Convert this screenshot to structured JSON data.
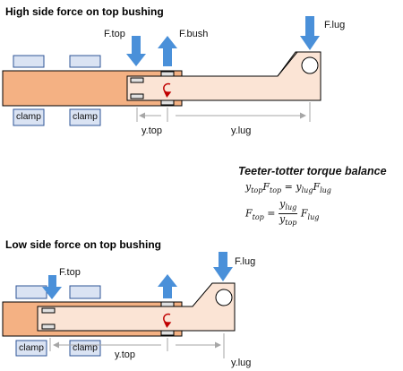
{
  "top_diagram": {
    "heading": "High side force on top bushing",
    "labels": {
      "f_top": "F.top",
      "f_bush": "F.bush",
      "f_lug": "F.lug",
      "y_top": "y.top",
      "y_lug": "y.lug"
    },
    "clamps": [
      "clamp",
      "clamp"
    ]
  },
  "equations": {
    "title": "Teeter-totter torque balance",
    "eq1_lhs": "y",
    "eq1_lhs_sub": "top",
    "eq1_lhs2": "F",
    "eq1_lhs2_sub": "top",
    "eq1_rhs": "y",
    "eq1_rhs_sub": "lug",
    "eq1_rhs2": "F",
    "eq1_rhs2_sub": "lug",
    "eq2_lhs": "F",
    "eq2_lhs_sub": "top",
    "eq2_num": "y",
    "eq2_num_sub": "lug",
    "eq2_den": "y",
    "eq2_den_sub": "top",
    "eq2_rhs": "F",
    "eq2_rhs_sub": "lug"
  },
  "bottom_diagram": {
    "heading": "Low side force on top bushing",
    "labels": {
      "f_top": "F.top",
      "f_lug": "F.lug",
      "y_top": "y.top",
      "y_lug": "y.lug"
    },
    "clamps": [
      "clamp",
      "clamp"
    ]
  },
  "colors": {
    "body_fill": "#f4b183",
    "arm_fill": "#fbe4d5",
    "outline": "#000000",
    "arrow_blue": "#4a90d9",
    "clamp_fill": "#dae3f3",
    "clamp_stroke": "#2f5597",
    "rotation_red": "#c00000",
    "dim_gray": "#a6a6a6"
  }
}
